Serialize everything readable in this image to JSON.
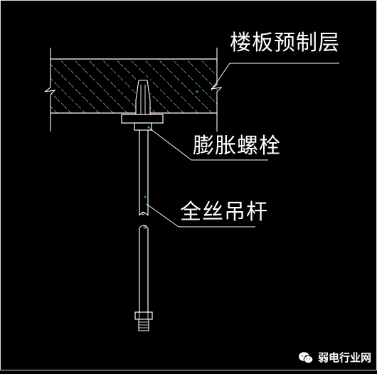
{
  "labels": {
    "slab": "楼板预制层",
    "bolt": "膨胀螺栓",
    "rod": "全丝吊杆"
  },
  "watermark": {
    "icon": "wechat-icon",
    "text": "弱电行业网"
  },
  "colors": {
    "background": "#000000",
    "line": "#ffffff",
    "marker": "#00c800"
  }
}
